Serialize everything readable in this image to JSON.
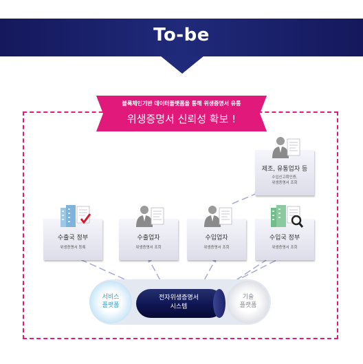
{
  "header": {
    "title": "To-be"
  },
  "callout": {
    "subtitle": "블록체인기반 데이터플랫폼을 통해 위생증명서 유통",
    "main": "위생증명서 신뢰성 확보 !"
  },
  "entities": [
    {
      "name": "수출국 정부",
      "desc": "위생증명서 등록"
    },
    {
      "name": "수출업자",
      "desc": "위생증명서 조회"
    },
    {
      "name": "수입업자",
      "desc": "위생증명서 조회"
    },
    {
      "name": "수입국 정부",
      "desc": "위생증명서 조회"
    },
    {
      "name": "제조, 유통업자 등",
      "desc_line1": "수입신고확인증,",
      "desc_line2": "위생증명서 조회"
    }
  ],
  "platform": {
    "left_line1": "서비스",
    "left_line2": "플랫폼",
    "center_line1": "전자위생증명서",
    "center_line2": "시스템",
    "right_line1": "기술",
    "right_line2": "플랫폼"
  },
  "colors": {
    "navy": "#15185c",
    "pink": "#e1197a",
    "arrow": "#a6a9d8",
    "service_blue": "#28a2e0"
  }
}
